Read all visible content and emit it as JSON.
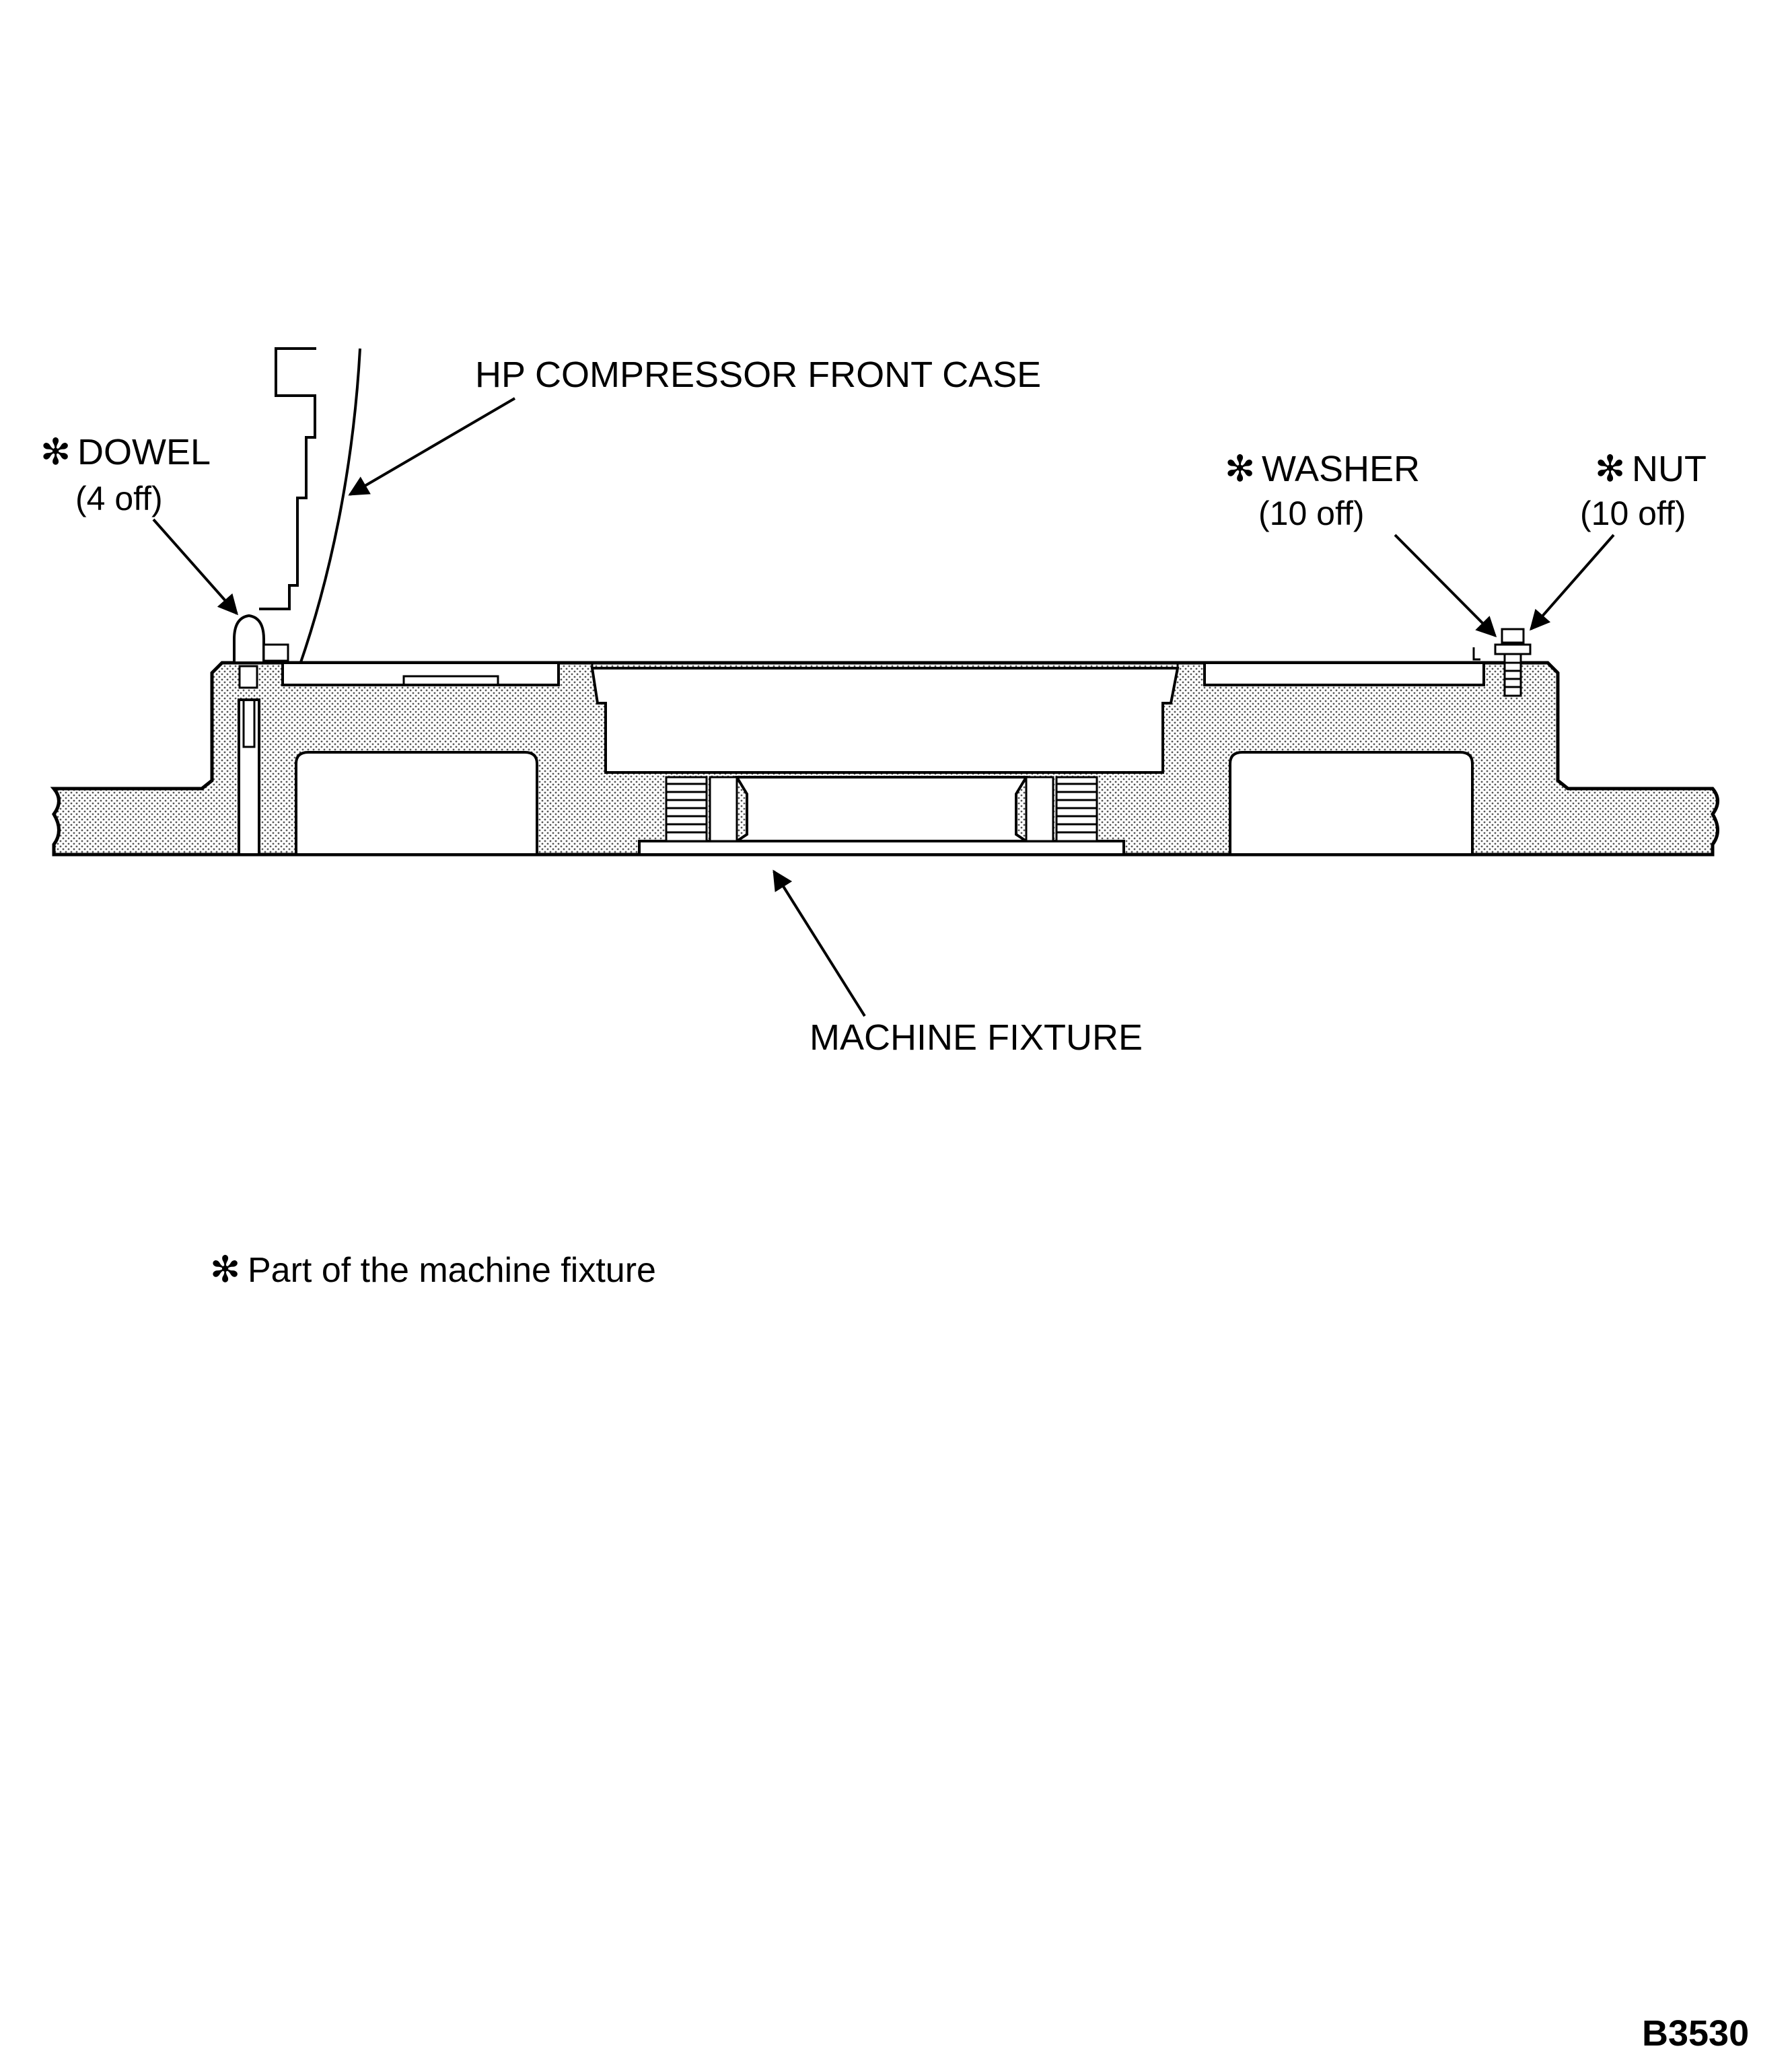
{
  "labels": {
    "hp_case": "HP COMPRESSOR FRONT CASE",
    "dowel": "DOWEL",
    "dowel_qty": "(4 off)",
    "washer": "WASHER",
    "washer_qty": "(10 off)",
    "nut": "NUT",
    "nut_qty": "(10 off)",
    "fixture": "MACHINE FIXTURE"
  },
  "footnote": {
    "marker": "✻",
    "text": "Part of the machine fixture"
  },
  "figure_id": "B3530"
}
